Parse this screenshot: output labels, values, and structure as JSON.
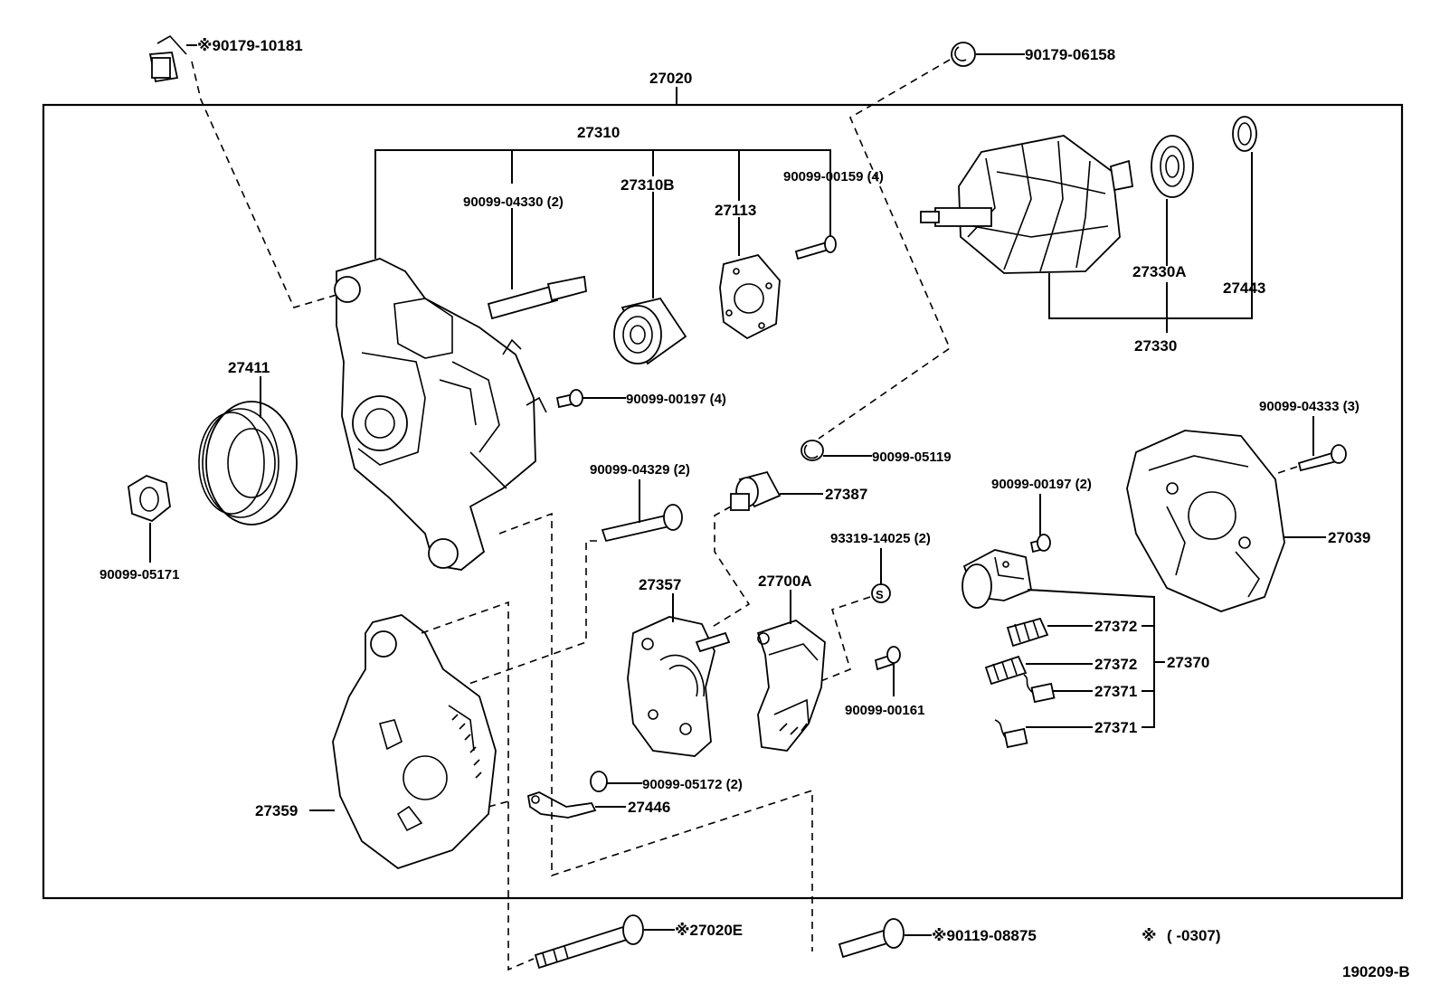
{
  "diagram_id": "190209-B",
  "assembly_label": "27020",
  "legend_mark": "※",
  "legend_range": "(        -0307)",
  "callouts": {
    "c_90179_10181": "※90179-10181",
    "c_90179_06158": "90179-06158",
    "c_27310": "27310",
    "c_90099_04330": "90099-04330 (2)",
    "c_27310B": "27310B",
    "c_27113": "27113",
    "c_90099_00159": "90099-00159 (4)",
    "c_27330A": "27330A",
    "c_27443": "27443",
    "c_27330": "27330",
    "c_27411": "27411",
    "c_90099_00197a": "90099-00197 (4)",
    "c_90099_05119": "90099-05119",
    "c_90099_04329": "90099-04329 (2)",
    "c_27387": "27387",
    "c_90099_04333": "90099-04333 (3)",
    "c_90099_00197b": "90099-00197 (2)",
    "c_27039": "27039",
    "c_93319_14025": "93319-14025 (2)",
    "c_90099_05171": "90099-05171",
    "c_27357": "27357",
    "c_27700A": "27700A",
    "c_27372a": "27372",
    "c_27372b": "27372",
    "c_27370": "27370",
    "c_27371a": "27371",
    "c_27371b": "27371",
    "c_90099_00161": "90099-00161",
    "c_27359": "27359",
    "c_90099_05172": "90099-05172 (2)",
    "c_27446": "27446",
    "c_27020E": "※27020E",
    "c_90119_08875": "※90119-08875"
  },
  "icons": [
    "alternator-housing-icon",
    "pulley-icon",
    "nut-icon",
    "bolt-icon",
    "bearing-icon",
    "rotor-icon",
    "rectifier-icon",
    "regulator-icon",
    "brush-holder-icon",
    "spring-icon",
    "brush-icon",
    "rear-cover-icon",
    "frame-icon",
    "terminal-insulator-icon",
    "washer-icon",
    "retainer-plate-icon",
    "cap-icon"
  ]
}
